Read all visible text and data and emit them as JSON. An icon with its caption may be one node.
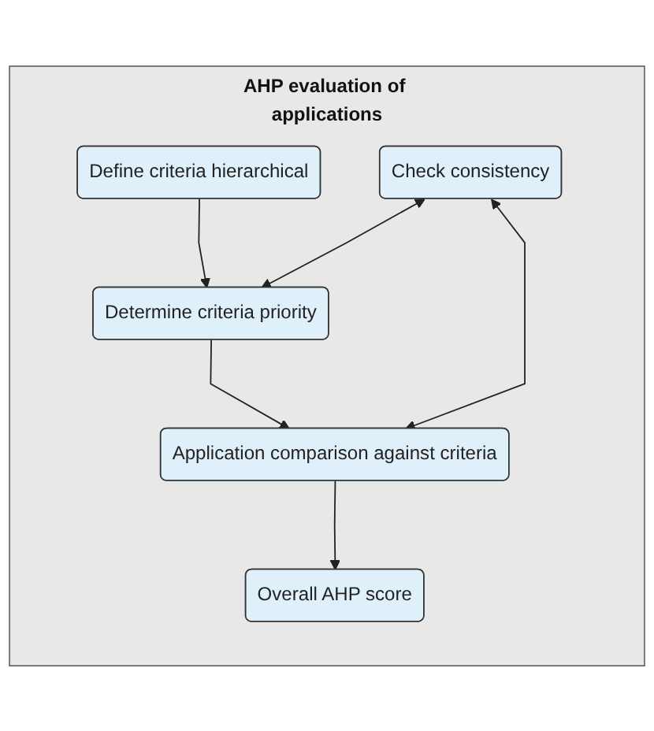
{
  "diagram": {
    "nodes": [
      {
        "text": [
          "AHP evaluation of applications"
        ]
      },
      {
        "text": [
          "Define criteria hierarchical"
        ],
        "in": 0
      },
      {
        "text": [
          "Determine criteria priority"
        ],
        "in": 0
      },
      {
        "text": [
          "Check consistency"
        ],
        "in": 0
      },
      {
        "text": [
          "Application comparison against criteria"
        ],
        "in": 0
      },
      {
        "text": [
          "Overall AHP score"
        ],
        "in": 0
      }
    ],
    "edges": [
      {
        "from": 1,
        "to": 2,
        "arrow": "to"
      },
      {
        "from": 3,
        "to": 2,
        "arrow": "both"
      },
      {
        "from": 2,
        "to": 4,
        "arrow": "to"
      },
      {
        "from": 3,
        "to": 4,
        "arrow": "both"
      },
      {
        "from": 4,
        "to": 5,
        "arrow": "to"
      }
    ]
  }
}
